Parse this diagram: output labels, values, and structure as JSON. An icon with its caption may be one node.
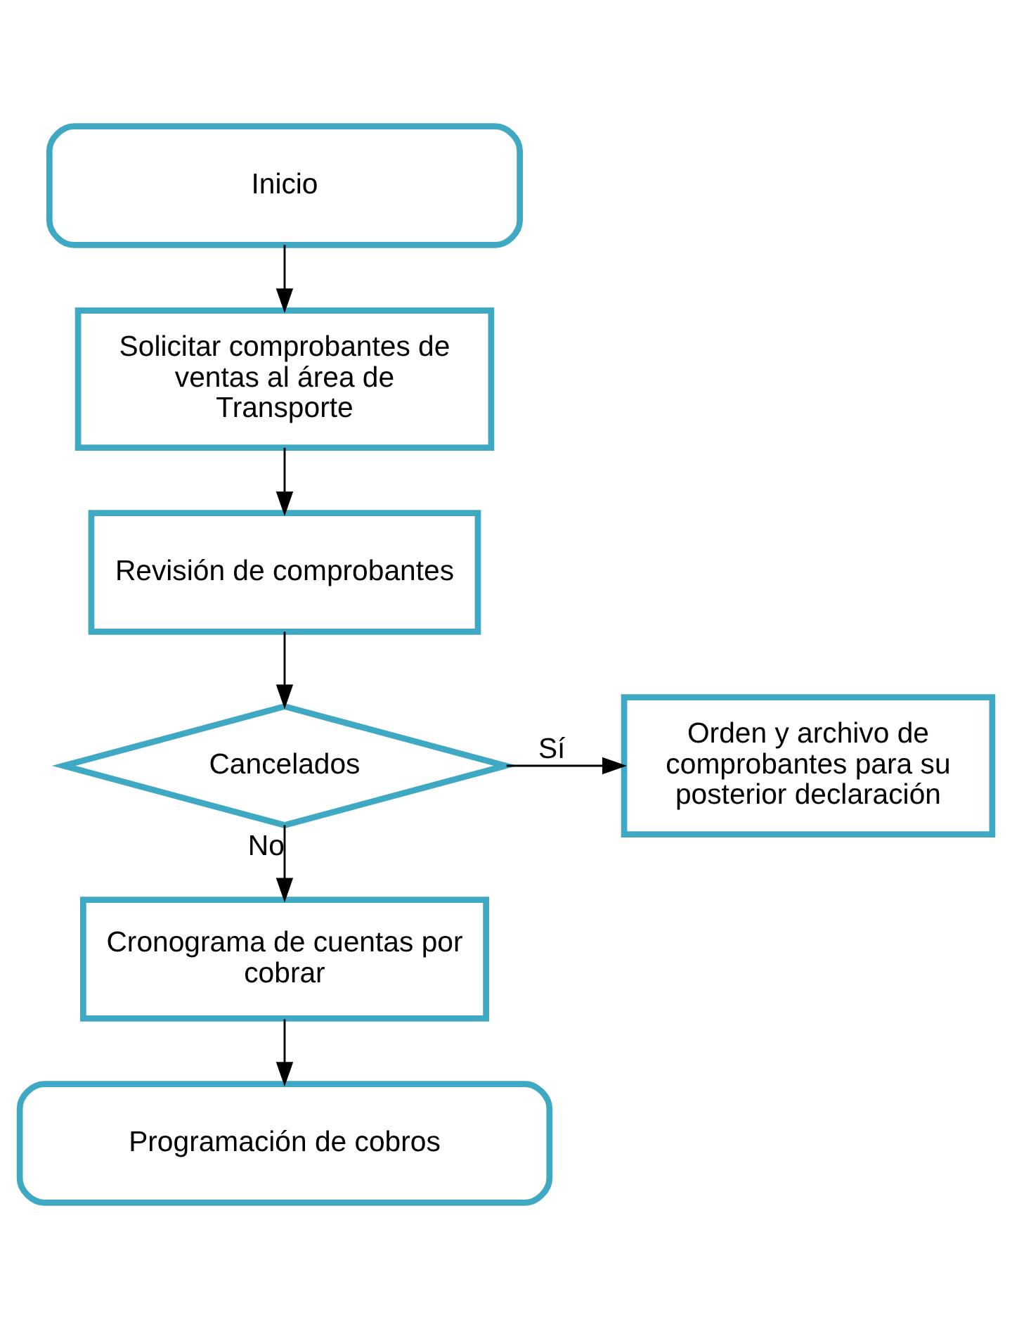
{
  "diagram": {
    "nodes": [
      {
        "text": [
          "Inicio"
        ]
      },
      {
        "text": [
          "Solicitar comprobantes de ventas al área de Transporte"
        ]
      },
      {
        "text": [
          "Revisión de comprobantes"
        ]
      },
      {
        "text": [
          "Cancelados"
        ]
      },
      {
        "text": [
          "Orden y archivo de comprobantes para su posterior declaración"
        ]
      },
      {
        "text": [
          "Cronograma de cuentas por cobrar"
        ]
      },
      {
        "text": [
          "Programación de cobros"
        ]
      }
    ],
    "edges": [
      {
        "from": 0,
        "to": 1,
        "arrow": "to"
      },
      {
        "from": 1,
        "to": 2,
        "arrow": "to"
      },
      {
        "from": 2,
        "to": 3,
        "arrow": "to"
      },
      {
        "from": 3,
        "to": 4,
        "arrow": "to",
        "label": "Sí"
      },
      {
        "from": 3,
        "to": 5,
        "arrow": "to",
        "label": "No"
      },
      {
        "from": 5,
        "to": 6,
        "arrow": "to"
      }
    ]
  }
}
